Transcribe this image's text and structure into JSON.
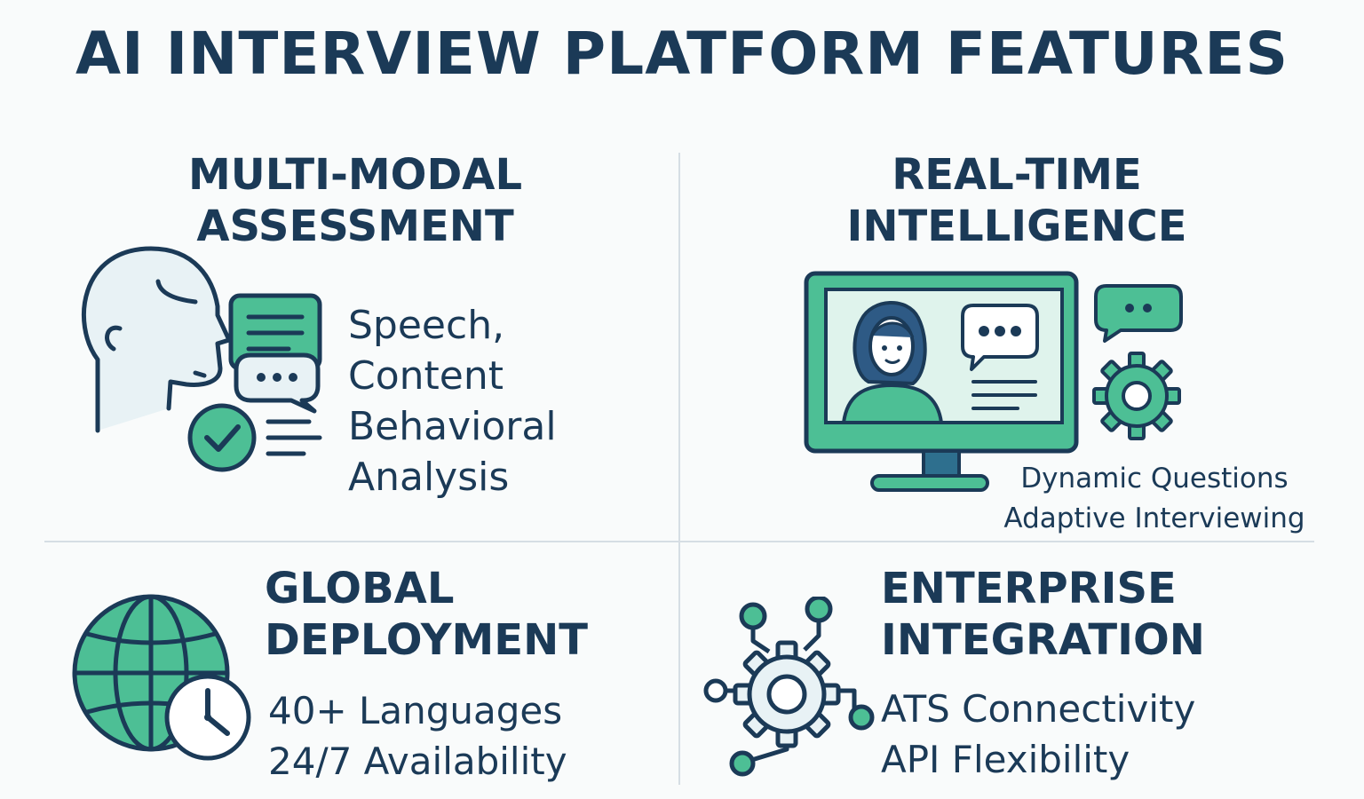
{
  "title": "AI INTERVIEW PLATFORM FEATURES",
  "colors": {
    "navy": "#1b3a57",
    "green": "#4dbf95",
    "light_green": "#dff3ec",
    "light_blue": "#e8f2f5",
    "divider": "#d6dee4"
  },
  "features": [
    {
      "heading": [
        "MULTI-MODAL",
        "ASSESSMENT"
      ],
      "lines": [
        "Speech,",
        "Content",
        "Behavioral",
        "Analysis"
      ],
      "icon": "head-speech-icon"
    },
    {
      "heading": [
        "REAL-TIME",
        "INTELLIGENCE"
      ],
      "lines": [
        "Dynamic Questions",
        "Adaptive Interviewing"
      ],
      "icon": "monitor-interview-icon"
    },
    {
      "heading": [
        "GLOBAL",
        "DEPLOYMENT"
      ],
      "lines": [
        "40+ Languages",
        "24/7 Availability"
      ],
      "icon": "globe-clock-icon"
    },
    {
      "heading": [
        "ENTERPRISE",
        "INTEGRATION"
      ],
      "lines": [
        "ATS Connectivity",
        "API Flexibility"
      ],
      "icon": "gear-network-icon"
    }
  ]
}
